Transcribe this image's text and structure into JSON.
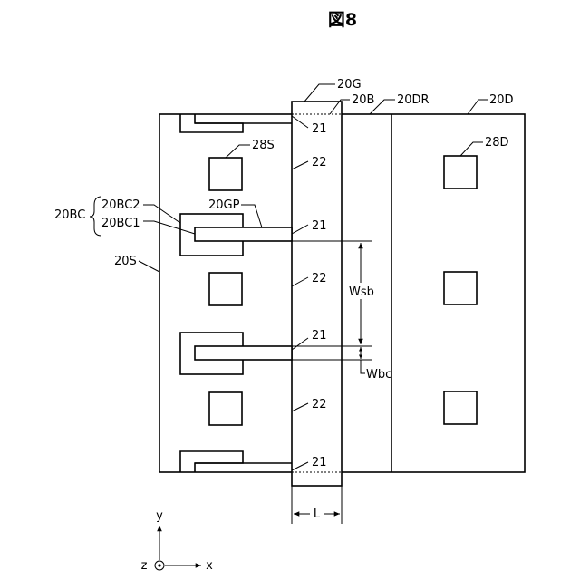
{
  "figure": {
    "title": "図8",
    "labels": {
      "gate": "20G",
      "body": "20B",
      "drain_region": "20DR",
      "drain": "20D",
      "source": "20S",
      "source_contact": "28S",
      "drain_contact": "28D",
      "body_contact": "20BC",
      "body_contact_2": "20BC2",
      "body_contact_1": "20BC1",
      "gate_protrusion": "20GP",
      "region_21": "21",
      "region_22": "22",
      "width_sb": "Wsb",
      "width_bc": "Wbc",
      "length": "L"
    },
    "axes": {
      "y": "y",
      "z": "z",
      "x": "x"
    }
  }
}
